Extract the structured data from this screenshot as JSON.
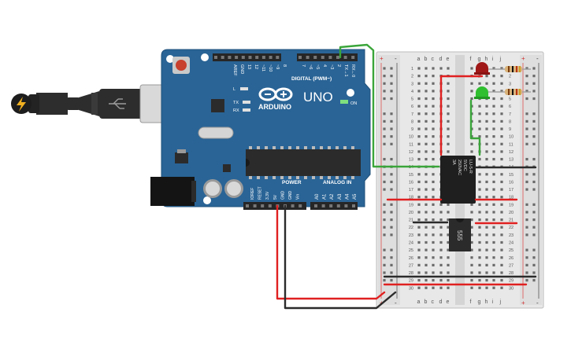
{
  "arduino": {
    "logo_text": "ARDUINO",
    "model": "UNO",
    "digital_header": "DIGITAL (PWM~)",
    "power_header": "POWER",
    "analog_header": "ANALOG IN",
    "on_label": "ON",
    "l_label": "L",
    "tx_label": "TX",
    "rx_label": "RX",
    "top_pins": [
      "AREF",
      "GND",
      "13",
      "12",
      "~11",
      "~10",
      "~9",
      "8",
      "7",
      "~6",
      "~5",
      "4",
      "~3",
      "2",
      "TX→1",
      "RX←0"
    ],
    "power_pins": [
      "IOREF",
      "RESET",
      "3.3V",
      "5V",
      "GND",
      "GND",
      "Vin"
    ],
    "analog_pins": [
      "A0",
      "A1",
      "A2",
      "A3",
      "A4",
      "A5"
    ]
  },
  "breadboard": {
    "column_letters_left": [
      "a",
      "b",
      "c",
      "d",
      "e"
    ],
    "column_letters_right": [
      "f",
      "g",
      "h",
      "i",
      "j"
    ],
    "row_numbers": [
      "1",
      "2",
      "3",
      "4",
      "5",
      "6",
      "7",
      "8",
      "9",
      "10",
      "11",
      "12",
      "13",
      "14",
      "15",
      "16",
      "17",
      "18",
      "19",
      "20",
      "21",
      "22",
      "23",
      "24",
      "25",
      "26",
      "27",
      "28",
      "29",
      "30"
    ],
    "rail_plus": "+",
    "rail_minus": "-"
  },
  "components": {
    "timer_ic_label": "555",
    "relay_label": [
      "LU-5-R",
      "5VDC",
      "250VAC",
      "3A"
    ]
  },
  "colors": {
    "board_blue": "#2a6496",
    "wire_red": "#e02020",
    "wire_black": "#2b2b2b",
    "wire_green": "#3aa53a",
    "led_red": "#a01818",
    "led_green": "#2fbf2f"
  }
}
